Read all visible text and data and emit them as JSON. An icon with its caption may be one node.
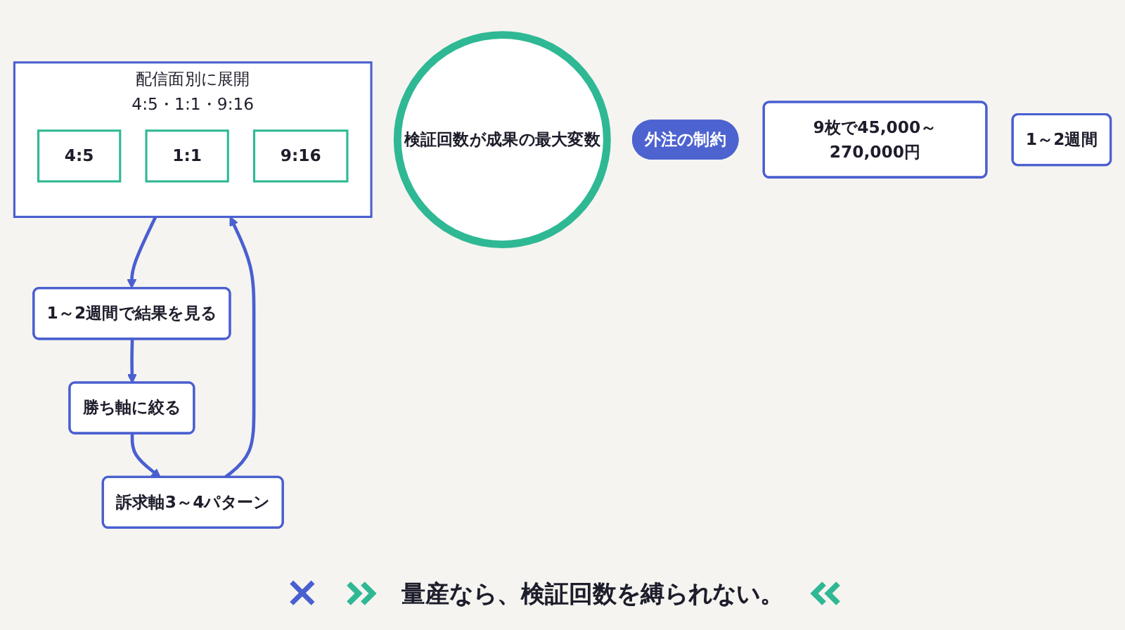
{
  "diagram": {
    "nodes": [
      {
        "text": [
          "訴求軸3～4パターン"
        ]
      },
      {
        "text": [
          "配信面別に展開",
          "4:5・1:1・9:16"
        ]
      },
      {
        "text": [
          "4:5"
        ],
        "in": 1
      },
      {
        "text": [
          "1:1"
        ],
        "in": 1
      },
      {
        "text": [
          "9:16"
        ],
        "in": 1
      },
      {
        "text": [
          "検証回数が成果の最大変数"
        ]
      },
      {
        "text": [
          "勝ち軸に絞る"
        ]
      },
      {
        "text": [
          "1～2週間で結果を見る"
        ]
      },
      {
        "text": [
          "外注の制約"
        ]
      },
      {
        "text": [
          "9枚で45,000～270,000円"
        ]
      },
      {
        "text": [
          "1～2週間"
        ]
      }
    ],
    "edges": [
      {
        "from": 0,
        "to": 1,
        "arrow": "to"
      },
      {
        "from": 1,
        "to": 7,
        "arrow": "to"
      },
      {
        "from": 7,
        "to": 6,
        "arrow": "to"
      },
      {
        "from": 6,
        "to": 0,
        "arrow": "to"
      }
    ],
    "labels": [
      "×",
      "量産なら、検証回数を縛られない。"
    ]
  }
}
